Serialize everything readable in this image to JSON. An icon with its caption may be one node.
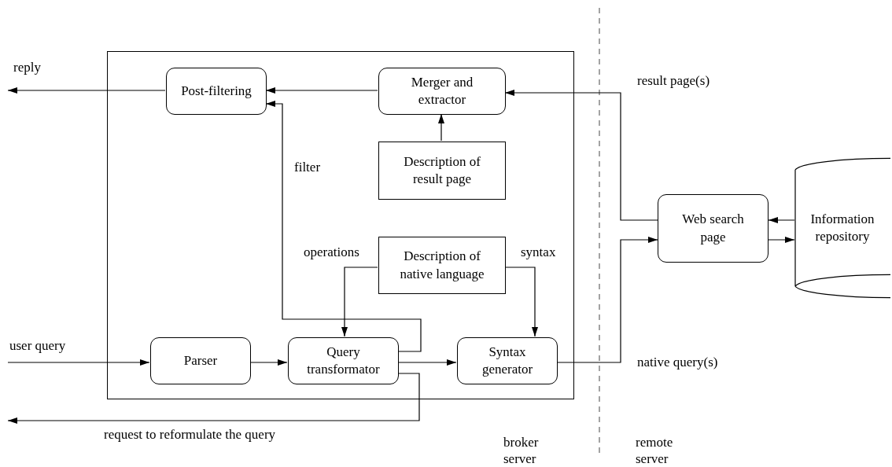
{
  "diagram": {
    "nodes": [
      {
        "text": [],
        "shape": "box"
      },
      {
        "text": [
          "Post-filtering"
        ],
        "in": 0
      },
      {
        "text": [
          "Merger and extractor"
        ],
        "in": 0
      },
      {
        "text": [
          "Description of result page"
        ],
        "in": 0
      },
      {
        "text": [
          "Description of native language"
        ],
        "in": 0
      },
      {
        "text": [
          "Parser"
        ],
        "in": 0
      },
      {
        "text": [
          "Query transformator"
        ],
        "in": 0
      },
      {
        "text": [
          "Syntax generator"
        ],
        "in": 0
      },
      {
        "text": [
          "Web search page"
        ]
      },
      {
        "text": [
          "Information repository"
        ]
      }
    ],
    "edges": [
      {
        "from": 1,
        "to": null,
        "arrow": "to",
        "label": "reply"
      },
      {
        "from": 2,
        "to": 1,
        "arrow": "to"
      },
      {
        "from": 3,
        "to": 2,
        "arrow": "to"
      },
      {
        "from": 8,
        "to": 2,
        "arrow": "to",
        "label": "result page(s)"
      },
      {
        "from": 6,
        "to": 1,
        "arrow": "to",
        "label": "filter"
      },
      {
        "from": 4,
        "to": 6,
        "arrow": "to",
        "label": "operations"
      },
      {
        "from": 4,
        "to": 7,
        "arrow": "to",
        "label": "syntax"
      },
      {
        "from": null,
        "to": 5,
        "arrow": "to",
        "label": "user query"
      },
      {
        "from": 5,
        "to": 6,
        "arrow": "to"
      },
      {
        "from": 6,
        "to": 7,
        "arrow": "to"
      },
      {
        "from": 7,
        "to": 8,
        "arrow": "to",
        "label": "native query(s)"
      },
      {
        "from": 6,
        "to": null,
        "arrow": "to",
        "label": "request to reformulate the query"
      },
      {
        "from": 9,
        "to": 8,
        "arrow": "to"
      },
      {
        "from": 8,
        "to": 9,
        "arrow": "to"
      }
    ],
    "labels": [
      "broker server",
      "remote server"
    ]
  }
}
